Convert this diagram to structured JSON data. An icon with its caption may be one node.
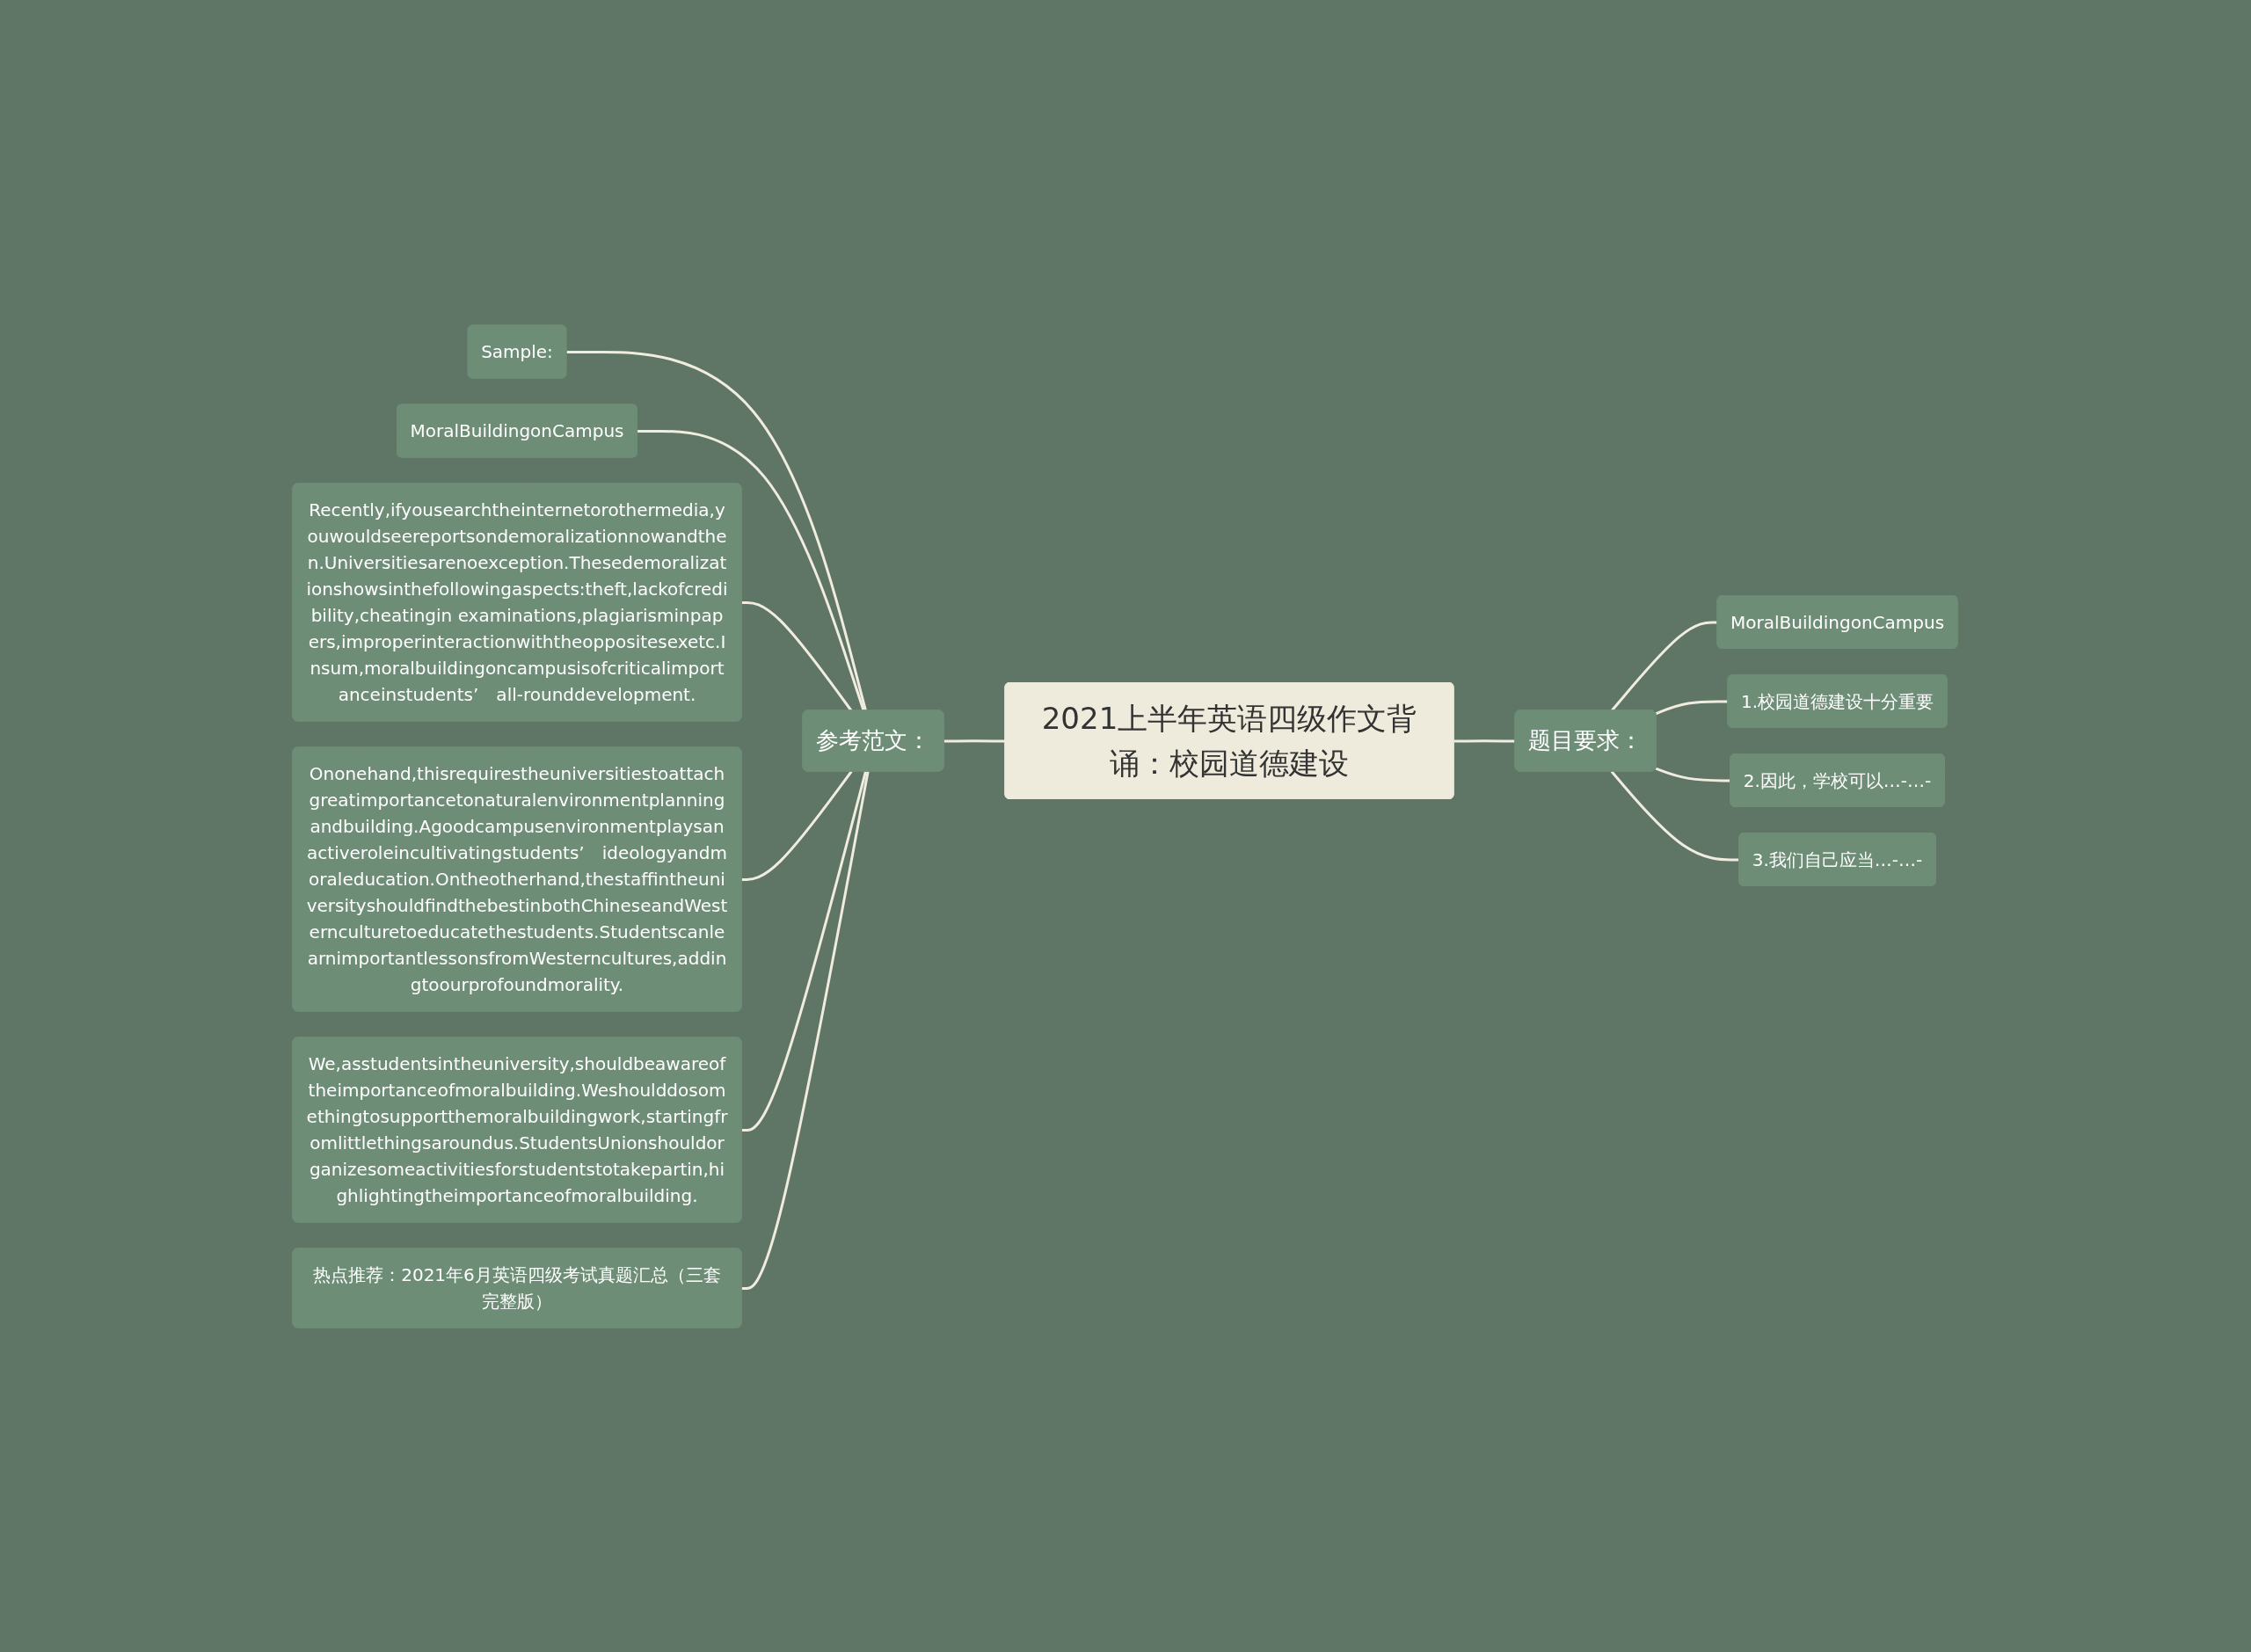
{
  "diagram": {
    "nodes": [
      {
        "text": [
          "2021上半年英语四级作文背诵：校园道德建设"
        ]
      },
      {
        "text": [
          "参考范文："
        ]
      },
      {
        "text": [
          "Sample:"
        ]
      },
      {
        "text": [
          "MoralBuildingonCampus"
        ]
      },
      {
        "text": [
          "Recently,ifyousearchtheinternetorothermedia,youwouldseereportsondemoralizationnowandthen.Universitiesarenoexception.Thesedemoralizationshowsinthefollowingaspects:theft,lackofcredibility,cheatingin examinations,plagiarisminpapers,improperinteractionwiththeoppositesexetc.Insum,moralbuildingoncampusisofcriticalimportanceinstudents’　all-rounddevelopment."
        ]
      },
      {
        "text": [
          "Ononehand,thisrequirestheuniversitiestoattachgreatimportancetonaturalenvironmentplanningandbuilding.Agoodcampusenvironmentplaysanactiveroleincultivatingstudents’　ideologyandmoraleducation.Ontheotherhand,thestaffintheuniversityshouldfindthebestinbothChineseandWesternculturetoeducatethestudents.StudentscanlearnimportantlessonsfromWesterncultures,addingtoourprofoundmorality."
        ]
      },
      {
        "text": [
          "We,asstudentsintheuniversity,shouldbeawareoftheimportanceofmoralbuilding.Weshoulddosomethingtosupportthemoralbuildingwork,startingfromlittlethingsaroundus.StudentsUnionshouldorganizesomeactivitiesforstudentstotakepartin,highlightingtheimportanceofmoralbuilding."
        ]
      },
      {
        "text": [
          "热点推荐：2021年6月英语四级考试真题汇总（三套完整版）"
        ]
      },
      {
        "text": [
          "题目要求："
        ]
      },
      {
        "text": [
          "MoralBuildingonCampus"
        ]
      },
      {
        "text": [
          "1.校园道德建设十分重要"
        ]
      },
      {
        "text": [
          "2.因此，学校可以…-…-"
        ]
      },
      {
        "text": [
          "3.我们自己应当…-…-"
        ]
      }
    ],
    "edges": [
      {
        "from": 2,
        "to": 1,
        "arrow": "none"
      },
      {
        "from": 3,
        "to": 1,
        "arrow": "none"
      },
      {
        "from": 4,
        "to": 1,
        "arrow": "none"
      },
      {
        "from": 5,
        "to": 1,
        "arrow": "none"
      },
      {
        "from": 6,
        "to": 1,
        "arrow": "none"
      },
      {
        "from": 7,
        "to": 1,
        "arrow": "none"
      },
      {
        "from": 1,
        "to": 0,
        "arrow": "none"
      },
      {
        "from": 0,
        "to": 8,
        "arrow": "none"
      },
      {
        "from": 8,
        "to": 9,
        "arrow": "none"
      },
      {
        "from": 8,
        "to": 10,
        "arrow": "none"
      },
      {
        "from": 8,
        "to": 11,
        "arrow": "none"
      },
      {
        "from": 8,
        "to": 12,
        "arrow": "none"
      }
    ]
  }
}
